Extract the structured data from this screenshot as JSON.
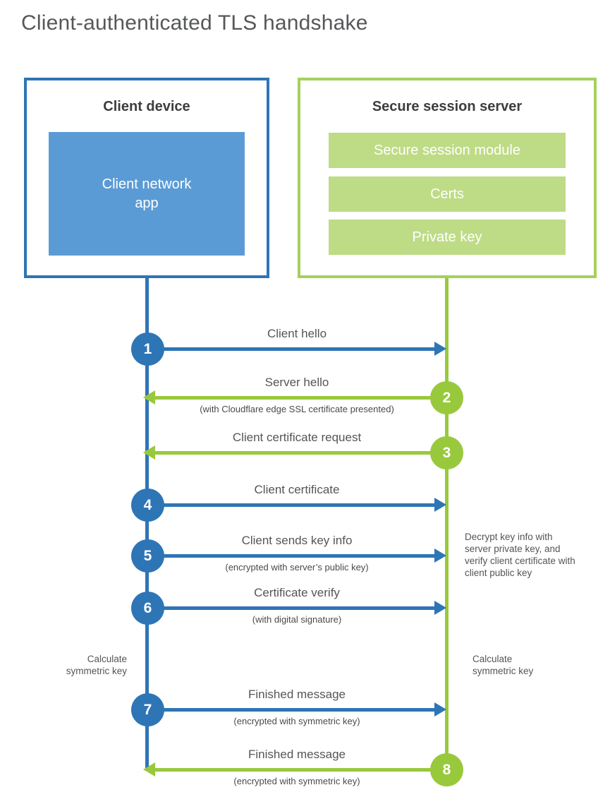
{
  "title": "Client-authenticated TLS handshake",
  "colors": {
    "client_blue": "#2e75b6",
    "client_fill_blue": "#5b9bd5",
    "server_green": "#98c93c",
    "server_border_green": "#a5d05b",
    "server_fill_green": "#bedb86"
  },
  "client": {
    "title": "Client device",
    "app_label": "Client network app"
  },
  "server": {
    "title": "Secure session server",
    "modules": {
      "0": "Secure session module",
      "1": "Certs",
      "2": "Private key"
    }
  },
  "flows": [
    {
      "step": "1",
      "actor": "client",
      "direction": "right",
      "label": "Client hello",
      "sublabel": ""
    },
    {
      "step": "2",
      "actor": "server",
      "direction": "left",
      "label": "Server hello",
      "sublabel": "(with Cloudflare edge SSL certificate presented)"
    },
    {
      "step": "3",
      "actor": "server",
      "direction": "left",
      "label": "Client certificate request",
      "sublabel": ""
    },
    {
      "step": "4",
      "actor": "client",
      "direction": "right",
      "label": "Client certificate",
      "sublabel": ""
    },
    {
      "step": "5",
      "actor": "client",
      "direction": "right",
      "label": "Client sends key info",
      "sublabel": "(encrypted with server’s public key)"
    },
    {
      "step": "6",
      "actor": "client",
      "direction": "right",
      "label": "Certificate verify",
      "sublabel": "(with digital signature)"
    },
    {
      "step": "7",
      "actor": "client",
      "direction": "right",
      "label": "Finished message",
      "sublabel": "(encrypted with symmetric key)"
    },
    {
      "step": "8",
      "actor": "server",
      "direction": "left",
      "label": "Finished message",
      "sublabel": "(encrypted with symmetric key)"
    }
  ],
  "annotations": {
    "decrypt_note": "Decrypt key info with server private key, and verify client certificate with client public key",
    "calc_left": "Calculate symmetric key",
    "calc_right": "Calculate symmetric key"
  }
}
